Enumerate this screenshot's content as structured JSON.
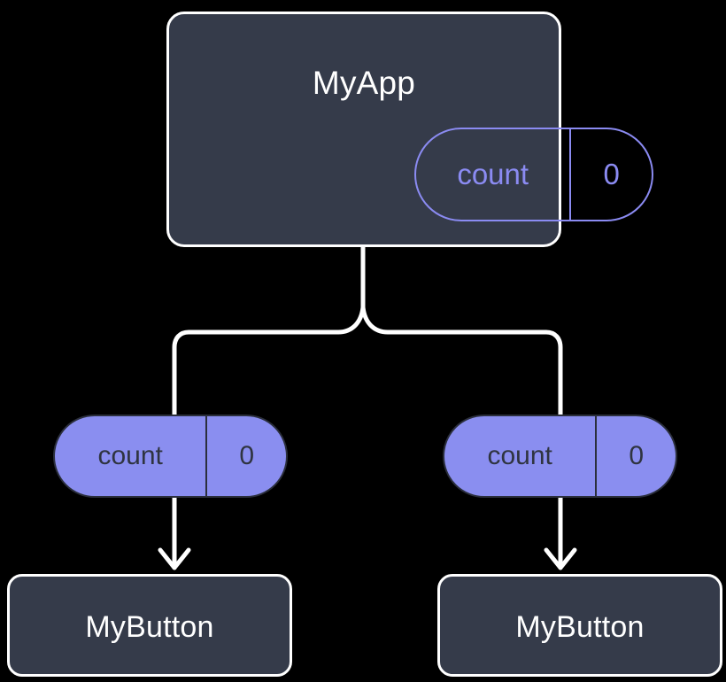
{
  "diagram": {
    "type": "widget-tree",
    "background_color": "#000000",
    "node_fill_color": "#353b4a",
    "node_border_color": "#ffffff",
    "accent_color": "#8a8ef0",
    "accent_text_color": "#8b8bf2",
    "edge_color": "#ffffff",
    "root": {
      "name": "myapp-node",
      "title": "MyApp",
      "state": {
        "key": "count",
        "value": "0"
      }
    },
    "children": [
      {
        "name": "left-branch",
        "state": {
          "key": "count",
          "value": "0"
        },
        "widget": {
          "title": "MyButton"
        }
      },
      {
        "name": "right-branch",
        "state": {
          "key": "count",
          "value": "0"
        },
        "widget": {
          "title": "MyButton"
        }
      }
    ]
  }
}
